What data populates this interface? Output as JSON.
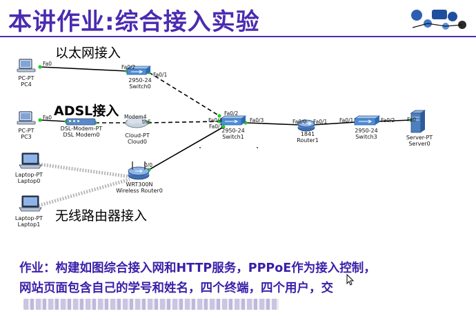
{
  "slide": {
    "title": "本讲作业:综合接入实验",
    "captions": {
      "ethernet": "以太网接入",
      "adsl": "ADSL接入",
      "wireless": "无线路由器接入"
    },
    "devices": {
      "pc4": {
        "type": "PC-PT",
        "name": "PC4"
      },
      "pc3": {
        "type": "PC-PT",
        "name": "PC3"
      },
      "laptop0": {
        "type": "Laptop-PT",
        "name": "Laptop0"
      },
      "laptop1": {
        "type": "Laptop-PT",
        "name": "Laptop1"
      },
      "switch0": {
        "type": "2950-24",
        "name": "Switch0"
      },
      "dsl_modem0": {
        "type": "DSL-Modem-PT",
        "name": "DSL Modem0"
      },
      "cloud0": {
        "type": "Cloud-PT",
        "name": "Cloud0"
      },
      "wireless_router0": {
        "type": "WRT300N",
        "name": "Wireless Router0"
      },
      "switch1": {
        "type": "2950-24",
        "name": "Switch1"
      },
      "router1": {
        "type": "1841",
        "name": "Router1"
      },
      "switch3": {
        "type": "2950-24",
        "name": "Switch3"
      },
      "server0": {
        "type": "Server-PT",
        "name": "Server0"
      }
    },
    "ports": {
      "pc4_fa0": "Fa0",
      "sw0_fa02": "Fa0/2",
      "sw0_fa01": "Fa0/1",
      "pc3_fa0": "Fa0",
      "modem4": "Modem4",
      "eth6": "th6",
      "sw1_fa02": "Fa0/2",
      "sw1_fa04": "Fa0/4",
      "sw1_fa01": "Fa0/1",
      "sw1_fa03": "Fa0/3",
      "wr_00": "0/0",
      "r1_fa00": "Fa0/0",
      "r1_fa01": "Fa0/1",
      "sw3_fa01": "Fa0/1",
      "sw3_fa02": "Fa0/2",
      "srv_fa0": "Fa0"
    },
    "assignment": {
      "line1": "作业：构建如图综合接入网和HTTP服务，PPPoE作为接入控制，",
      "line2": "网站页面包含自己的学号和姓名，四个终端，四个用户，交"
    },
    "colors": {
      "title": "#4b2bb0",
      "assignment_text": "#3a1fa8",
      "link_dot": "#22cc22"
    },
    "icons": [
      "logo-icon",
      "pc-icon",
      "laptop-icon",
      "switch-icon",
      "router-icon",
      "modem-icon",
      "cloud-icon",
      "server-icon",
      "wireless-router-icon",
      "cursor-icon"
    ]
  }
}
